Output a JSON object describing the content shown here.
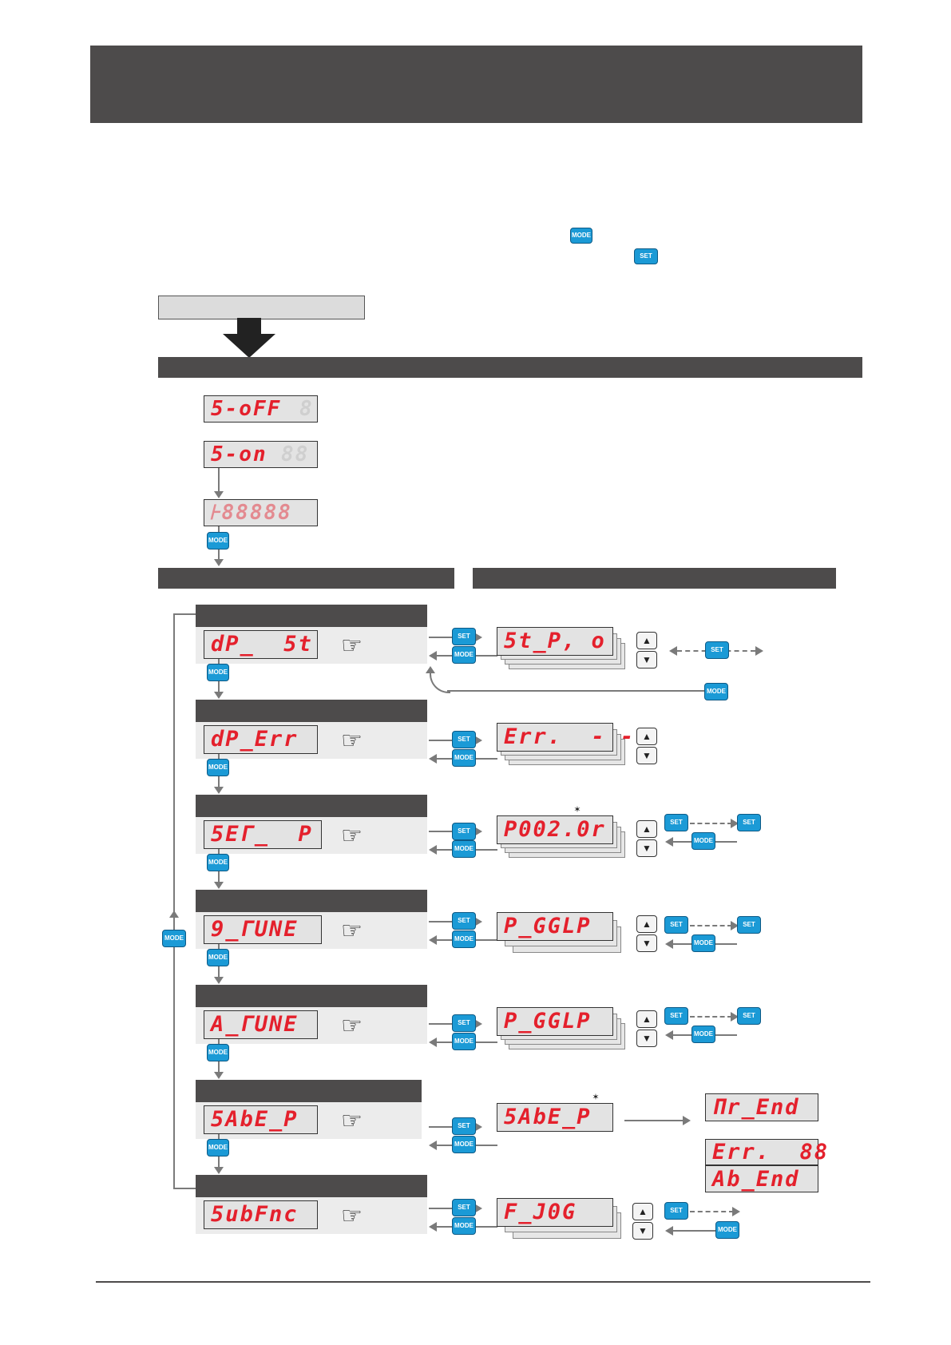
{
  "buttons": {
    "mode": "MODE",
    "set": "SET"
  },
  "icons": {
    "hand": "pointing-hand-icon",
    "up": "up-arrow-key-icon",
    "down": "down-arrow-key-icon",
    "sparkle": "blink-sparkle-icon"
  },
  "glyphs": {
    "hand": "☞",
    "up": "▲",
    "down": "▼"
  },
  "colors": {
    "header": "#4d4b4b",
    "lcd_text": "#e4202c",
    "button": "#1b9ad6"
  },
  "status": {
    "soff": "5-oFF",
    "soff_ghost": "8",
    "son": "5-on",
    "son_ghost": "88",
    "tval": "⊦88888"
  },
  "menus": [
    {
      "lcd": "dP_  5t",
      "sub": "5t_P, o"
    },
    {
      "lcd": "dP_Err",
      "sub": "Err.  - -"
    },
    {
      "lcd": "5EΓ_  P",
      "sub": "P002.0r"
    },
    {
      "lcd": "9_ΓUNE",
      "sub": "P_GGLP"
    },
    {
      "lcd": "A_ΓUNE",
      "sub": "P_GGLP"
    },
    {
      "lcd": "5AbE_P",
      "sub": "5AbE_P"
    },
    {
      "lcd": "5ubFnc",
      "sub": "F_J0G"
    }
  ],
  "save_results": {
    "ok": "Πr_End",
    "err": "Err.  88",
    "abort": "Ab_End"
  }
}
